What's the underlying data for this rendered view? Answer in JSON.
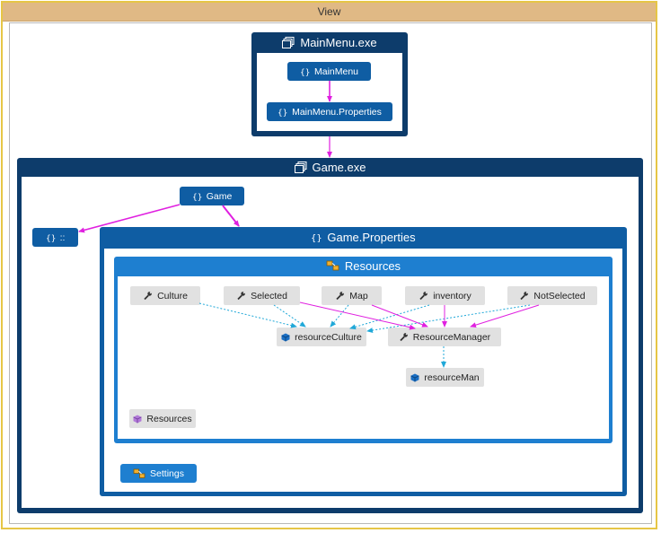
{
  "view": {
    "title": "View"
  },
  "mainmenu_exe": {
    "title": "MainMenu.exe",
    "nodes": {
      "mainmenu": "MainMenu",
      "properties": "MainMenu.Properties"
    }
  },
  "game_exe": {
    "title": "Game.exe",
    "nodes": {
      "game": "Game",
      "global_ns": "::"
    }
  },
  "game_properties": {
    "title": "Game.Properties",
    "settings": "Settings"
  },
  "resources": {
    "title": "Resources",
    "members": {
      "culture": "Culture",
      "selected": "Selected",
      "map": "Map",
      "inventory": "inventory",
      "notselected": "NotSelected",
      "resource_culture": "resourceCulture",
      "resource_manager": "ResourceManager",
      "resource_man": "resourceMan",
      "resources_ctor": "Resources"
    }
  },
  "colors": {
    "container_dark": "#0d3c6b",
    "container_mid": "#0f5da3",
    "container_light": "#1e7fd0",
    "node_blue": "#0f5da3",
    "node_gray": "#e1e1e1",
    "edge_magenta": "#e020e0",
    "edge_cyan": "#20a8d8",
    "view_header": "#e0b985",
    "view_border": "#e6c646"
  }
}
